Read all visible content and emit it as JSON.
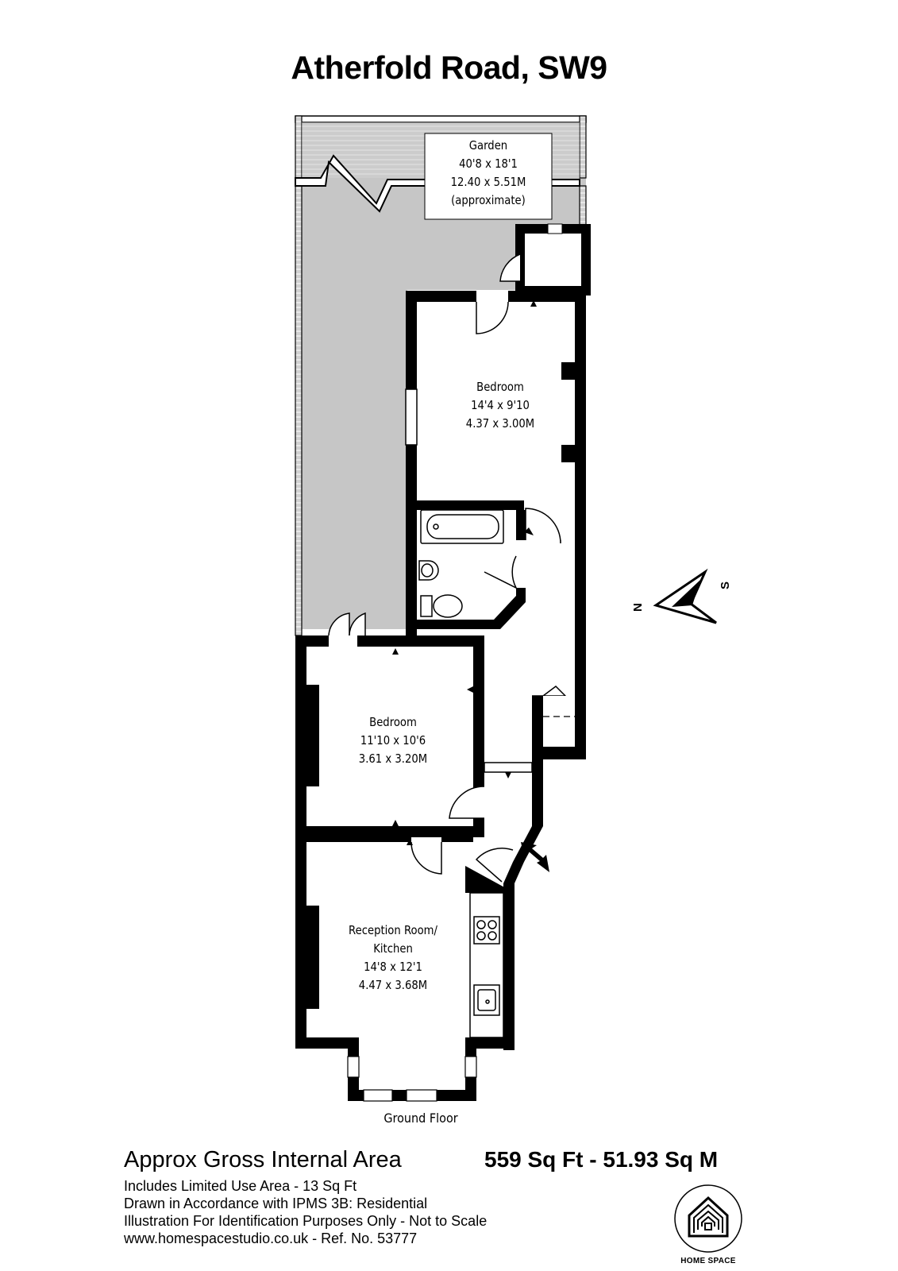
{
  "title": "Atherfold Road, SW9",
  "rooms": {
    "garden": {
      "name": "Garden",
      "imperial": "40'8 x 18'1",
      "metric": "12.40 x 5.51M",
      "note": "(approximate)"
    },
    "bedroom1": {
      "name": "Bedroom",
      "imperial": "14'4 x 9'10",
      "metric": "4.37 x 3.00M"
    },
    "bedroom2": {
      "name": "Bedroom",
      "imperial": "11'10 x 10'6",
      "metric": "3.61 x 3.20M"
    },
    "reception": {
      "name_line1": "Reception Room/",
      "name_line2": "Kitchen",
      "imperial": "14'8 x 12'1",
      "metric": "4.47 x 3.68M"
    }
  },
  "floor_label": "Ground Floor",
  "compass": {
    "north": "N",
    "south": "S"
  },
  "footer": {
    "area_title": "Approx Gross Internal Area",
    "area_value": "559 Sq Ft - 51.93 Sq M",
    "notes": [
      "Includes Limited Use Area - 13 Sq Ft",
      "Drawn in Accordance with IPMS 3B: Residential",
      "Illustration For Identification Purposes Only - Not to Scale",
      "www.homespacestudio.co.uk - Ref. No. 53777"
    ],
    "logo_text": "HOME SPACE"
  },
  "colors": {
    "wall": "#000000",
    "garden_fill": "#c6c6c6",
    "background": "#ffffff"
  }
}
